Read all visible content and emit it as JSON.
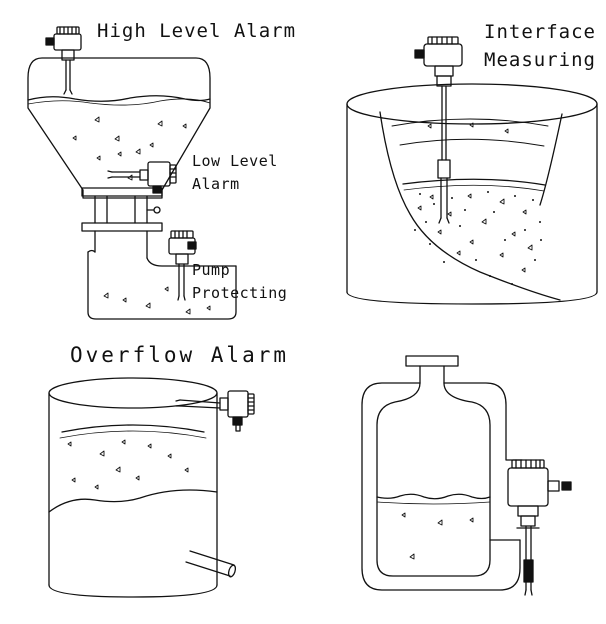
{
  "labels": {
    "high_level_alarm": "High Level Alarm",
    "low_level_alarm_line1": "Low Level",
    "low_level_alarm_line2": "Alarm",
    "pump_protecting_line1": "Pump",
    "pump_protecting_line2": "Protecting",
    "interface_measuring_line1": "Interface",
    "interface_measuring_line2": "Measuring",
    "overflow_alarm": "Overflow Alarm"
  },
  "colors": {
    "line": "#111111",
    "background": "#ffffff"
  }
}
